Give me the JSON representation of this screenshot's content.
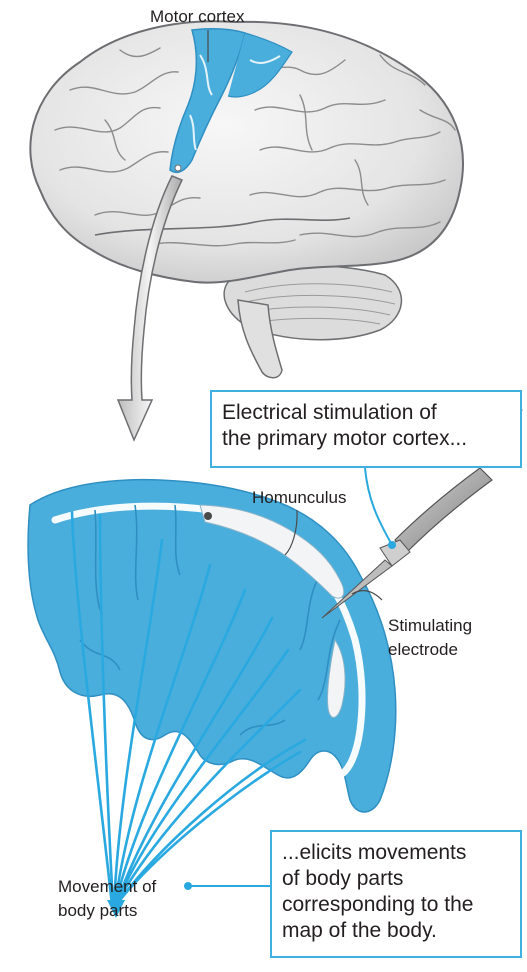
{
  "labels": {
    "motor_cortex": "Motor cortex",
    "homunculus": "Homunculus",
    "stimulating_line1": "Stimulating",
    "stimulating_line2": "electrode",
    "movement_line1": "Movement of",
    "movement_line2": "body parts"
  },
  "callouts": {
    "top": {
      "line1": "Electrical stimulation of",
      "line2": "the primary motor cortex..."
    },
    "bottom": {
      "line1": "...elicits movements",
      "line2": "of body parts",
      "line3": "corresponding to the",
      "line4": "map of the body."
    }
  },
  "colors": {
    "cortex_blue": "#4aaedc",
    "cortex_dark": "#2f8fc2",
    "callout_border": "#3fb1e1",
    "brain_gray": "#ececec",
    "brain_outline": "#6d6e71",
    "text": "#231f20"
  }
}
